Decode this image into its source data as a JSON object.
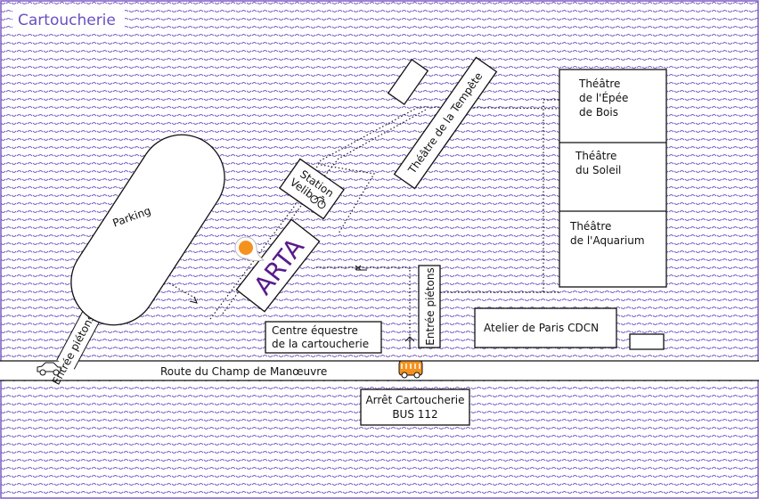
{
  "map_title": "Cartoucherie",
  "colors": {
    "wave": "#7b5cc4",
    "title": "#6a4fc0",
    "arta": "#5a1a8a",
    "accent": "#f5921e"
  },
  "places": {
    "parking": "Parking",
    "entry_car": "Entrée piétons et voiture",
    "velib_line1": "Station",
    "velib_line2": "Velib",
    "arta": "ARTA",
    "tempete": "Théâtre de la Tempête",
    "epee_1": "Théâtre",
    "epee_2": "de l'Épée",
    "epee_3": "de Bois",
    "soleil_1": "Théâtre",
    "soleil_2": "du Soleil",
    "aquarium_1": "Théâtre",
    "aquarium_2": "de l'Aquarium",
    "entry_pedestrian": "Entrée piétons",
    "equestre_1": "Centre équestre",
    "equestre_2": "de la cartoucherie",
    "atelier": "Atelier de Paris CDCN",
    "road": "Route du Champ de Manœuvre",
    "bus_1": "Arrêt Cartoucherie",
    "bus_2": "BUS 112"
  }
}
